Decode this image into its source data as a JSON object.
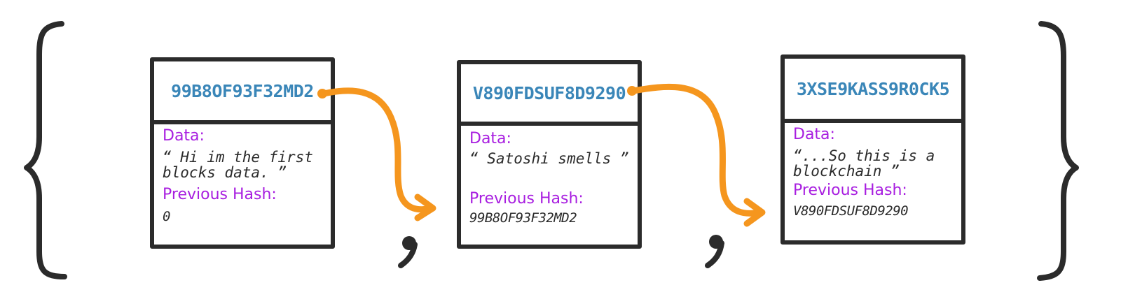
{
  "blocks": [
    {
      "hash": "99B8OF93F32MD2",
      "data_label": "Data:",
      "data": "“ Hi im the first\nblocks data. ”",
      "previous_hash_label": "Previous Hash:",
      "previous_hash": "0"
    },
    {
      "hash": "V890FDSUF8D9290",
      "data_label": "Data:",
      "data": "“ Satoshi smells ”",
      "previous_hash_label": "Previous Hash:",
      "previous_hash": "99B8OF93F32MD2"
    },
    {
      "hash": "3XSE9KASS9R0CK5",
      "data_label": "Data:",
      "data": "“...So this is a\nblockchain ”",
      "previous_hash_label": "Previous Hash:",
      "previous_hash": "V890FDSUF8D9290"
    }
  ],
  "separators": [
    ",",
    ","
  ],
  "colors": {
    "hash": "#3a86b8",
    "label": "#a81ee0",
    "arrow": "#f5961e",
    "ink": "#2b2b2b"
  }
}
